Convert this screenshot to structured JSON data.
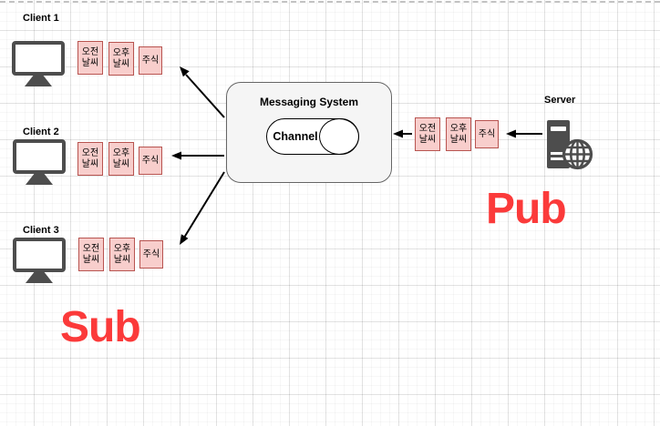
{
  "canvas": {
    "pub_label": "Pub",
    "sub_label": "Sub"
  },
  "messaging_system": {
    "title": "Messaging System",
    "channel_label": "Channel"
  },
  "server": {
    "label": "Server",
    "topics": [
      "오전\n날씨",
      "오후\n날씨",
      "주식"
    ]
  },
  "clients": [
    {
      "label": "Client 1",
      "topics": [
        "오전\n날씨",
        "오후\n날씨",
        "주식"
      ]
    },
    {
      "label": "Client 2",
      "topics": [
        "오전\n날씨",
        "오후\n날씨",
        "주식"
      ]
    },
    {
      "label": "Client 3",
      "topics": [
        "오전\n날씨",
        "오후\n날씨",
        "주식"
      ]
    }
  ],
  "colors": {
    "topic_fill": "#f8cecc",
    "topic_border": "#b85450",
    "shape_fill": "#f5f5f5",
    "shape_border": "#666666",
    "icon_gray": "#4d4d4d",
    "accent_red": "#fb3a3a",
    "arrow": "#000000"
  }
}
